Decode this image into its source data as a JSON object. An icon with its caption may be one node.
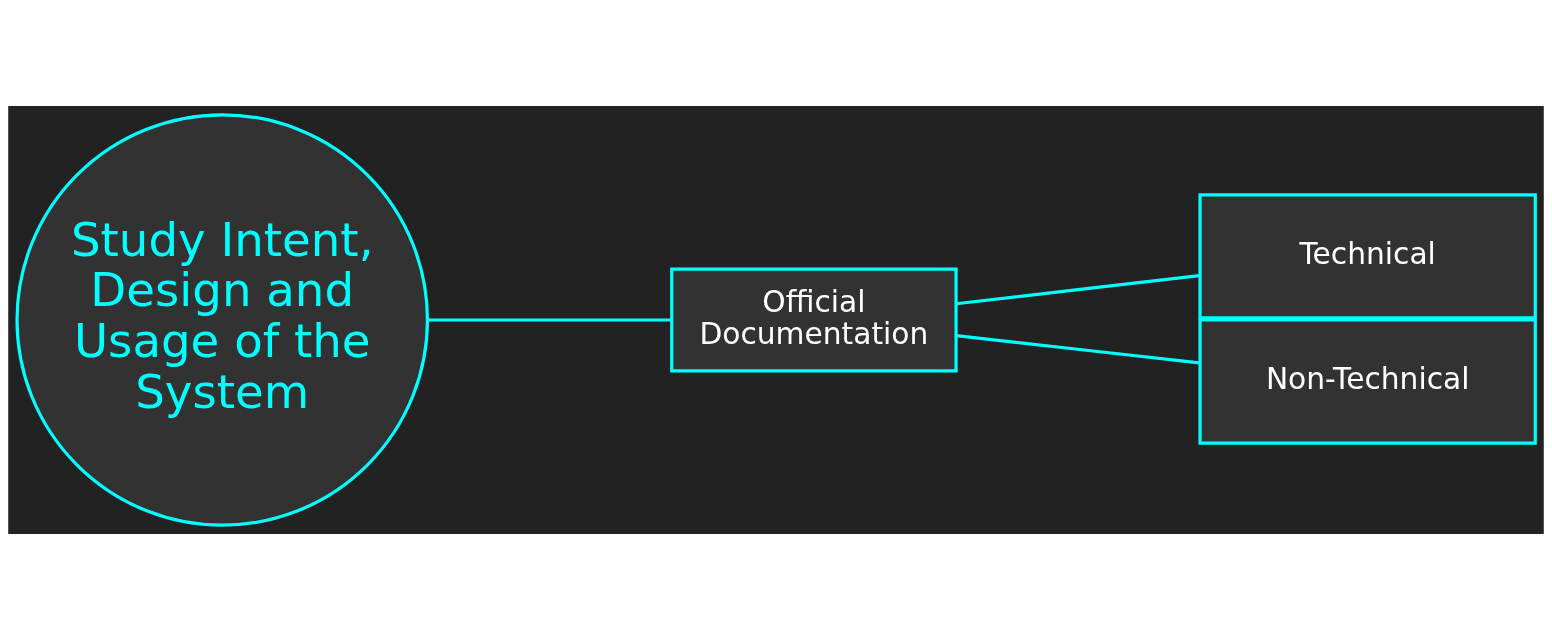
{
  "diagram": {
    "nodes": [
      {
        "text": [
          "Study Intent, Design and Usage of the System"
        ]
      },
      {
        "text": [
          "Official Documentation"
        ]
      },
      {
        "text": [
          "Technical"
        ]
      },
      {
        "text": [
          "Non-Technical"
        ]
      }
    ],
    "edges": [
      {
        "from": 0,
        "to": 1,
        "arrow": "none"
      },
      {
        "from": 1,
        "to": 2,
        "arrow": "none"
      },
      {
        "from": 1,
        "to": 3,
        "arrow": "none"
      }
    ]
  }
}
